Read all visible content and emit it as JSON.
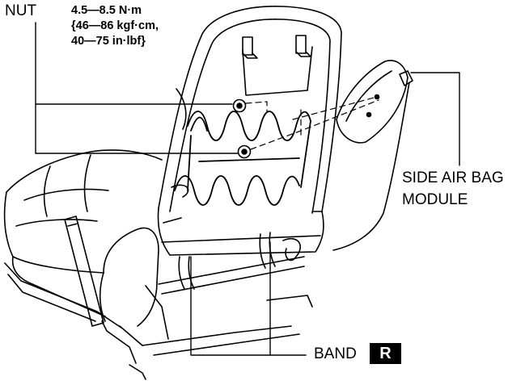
{
  "nut_label": "NUT",
  "torque_spec": {
    "line1": "4.5—8.5 N·m",
    "line2": "{46—86 kgf·cm,",
    "line3": "40—75 in·lbf}"
  },
  "side_air_bag_label": {
    "line1": "SIDE AIR BAG",
    "line2": "MODULE"
  },
  "band_label": "BAND",
  "band_badge": "R"
}
